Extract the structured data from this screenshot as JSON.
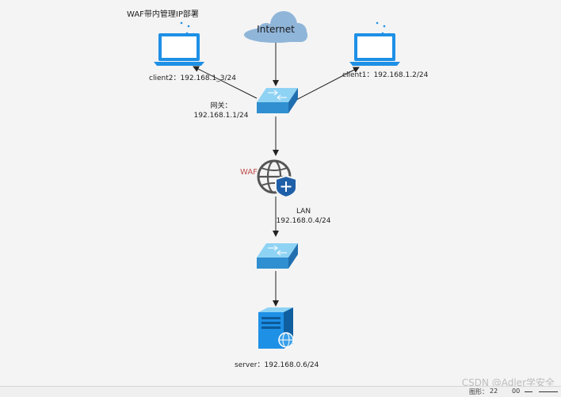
{
  "title": "WAF带内管理IP部署",
  "cloud_label": "Internet",
  "waf_label": "WAF",
  "labels": {
    "client2": "client2：192.168.1_3/24",
    "client1": "client1：192.168.1.2/24",
    "gateway_title": "网关：",
    "gateway_ip": "192.168.1.1/24",
    "lan_title": "LAN",
    "lan_ip": "192.168.0.4/24",
    "server": "server：192.168.0.6/24"
  },
  "colors": {
    "device_blue": "#1e90e6",
    "switch_top": "#8fd3f4",
    "switch_side": "#2f8fd0",
    "cloud": "#8fb5d9",
    "waf_accent": "#c0504d",
    "arrow": "#222222"
  },
  "icons": {
    "laptop": "laptop-icon",
    "switch": "network-switch-icon",
    "cloud": "cloud-icon",
    "waf": "globe-shield-icon",
    "server": "server-icon"
  },
  "watermark": "CSDN @Adler学安全",
  "status": {
    "shape_label": "图形：",
    "shape_count": "22",
    "page_char": "00"
  }
}
